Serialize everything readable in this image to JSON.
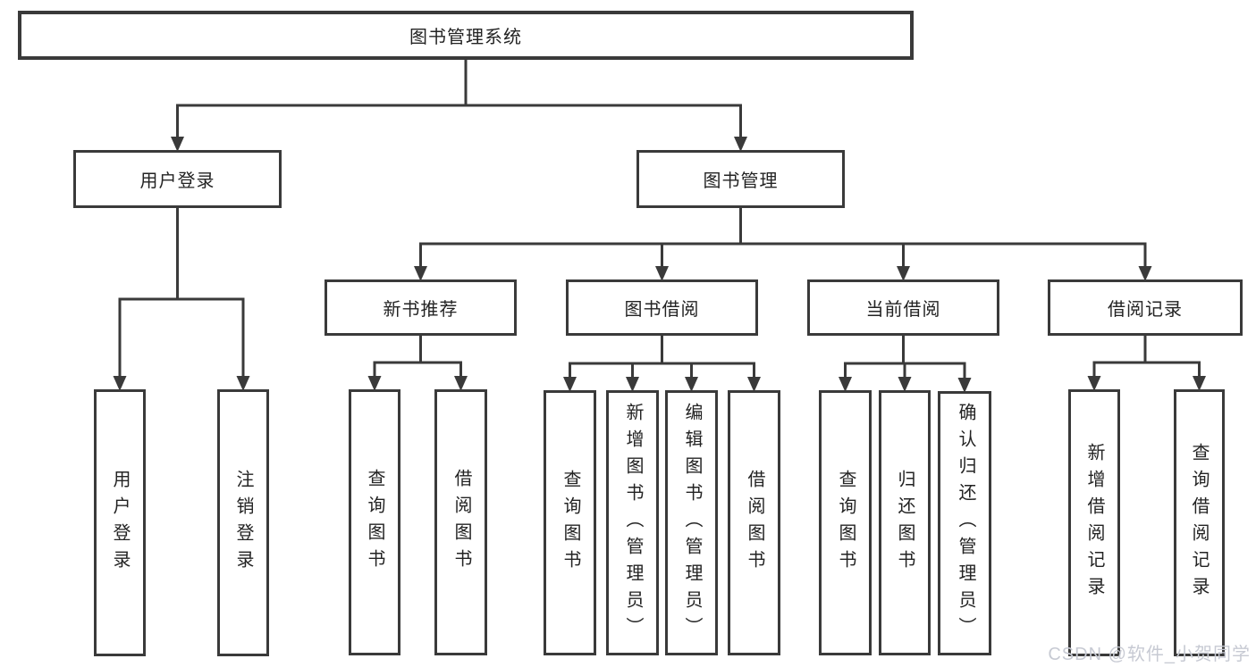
{
  "diagram_title": "图书管理系统",
  "watermark": "CSDN @软件_小贺同学",
  "colors": {
    "line": "#3a3a3a",
    "box_border": "#3a3a3a",
    "text": "#232323",
    "background": "#ffffff",
    "watermark": "#c7cad3"
  },
  "nodes": [
    {
      "id": "root",
      "label": "图书管理系统",
      "parent": null,
      "orient": "h"
    },
    {
      "id": "login",
      "label": "用户登录",
      "parent": "root",
      "orient": "h"
    },
    {
      "id": "mgmt",
      "label": "图书管理",
      "parent": "root",
      "orient": "h"
    },
    {
      "id": "rec",
      "label": "新书推荐",
      "parent": "mgmt",
      "orient": "h"
    },
    {
      "id": "borrow",
      "label": "图书借阅",
      "parent": "mgmt",
      "orient": "h"
    },
    {
      "id": "current",
      "label": "当前借阅",
      "parent": "mgmt",
      "orient": "h"
    },
    {
      "id": "records",
      "label": "借阅记录",
      "parent": "mgmt",
      "orient": "h"
    },
    {
      "id": "login-user",
      "label": "用户登录",
      "parent": "login",
      "orient": "v"
    },
    {
      "id": "login-logout",
      "label": "注销登录",
      "parent": "login",
      "orient": "v"
    },
    {
      "id": "rec-query",
      "label": "查询图书",
      "parent": "rec",
      "orient": "v"
    },
    {
      "id": "rec-borrow",
      "label": "借阅图书",
      "parent": "rec",
      "orient": "v"
    },
    {
      "id": "borrow-query",
      "label": "查询图书",
      "parent": "borrow",
      "orient": "v"
    },
    {
      "id": "borrow-add",
      "label": "新增图书（管理员）",
      "parent": "borrow",
      "orient": "v"
    },
    {
      "id": "borrow-edit",
      "label": "编辑图书（管理员）",
      "parent": "borrow",
      "orient": "v"
    },
    {
      "id": "borrow-lend",
      "label": "借阅图书",
      "parent": "borrow",
      "orient": "v"
    },
    {
      "id": "current-query",
      "label": "查询图书",
      "parent": "current",
      "orient": "v"
    },
    {
      "id": "current-return",
      "label": "归还图书",
      "parent": "current",
      "orient": "v"
    },
    {
      "id": "current-confirm",
      "label": "确认归还（管理员）",
      "parent": "current",
      "orient": "v"
    },
    {
      "id": "records-add",
      "label": "新增借阅记录",
      "parent": "records",
      "orient": "v"
    },
    {
      "id": "records-query",
      "label": "查询借阅记录",
      "parent": "records",
      "orient": "v"
    }
  ]
}
